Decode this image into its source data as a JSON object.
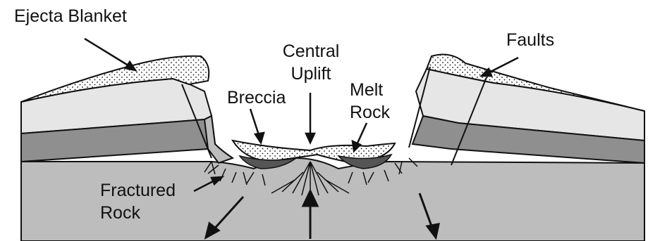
{
  "labels": {
    "ejecta_blanket": "Ejecta Blanket",
    "faults": "Faults",
    "central_uplift_line1": "Central",
    "central_uplift_line2": "Uplift",
    "breccia": "Breccia",
    "melt_rock_line1": "Melt",
    "melt_rock_line2": "Rock",
    "fractured_rock_line1": "Fractured",
    "fractured_rock_line2": "Rock"
  },
  "colors": {
    "layer_top": "#e6e6e6",
    "layer_middle": "#8f8f8f",
    "bedrock": "#bdbdbd",
    "outline": "#111111",
    "ejecta": "#ffffff"
  }
}
